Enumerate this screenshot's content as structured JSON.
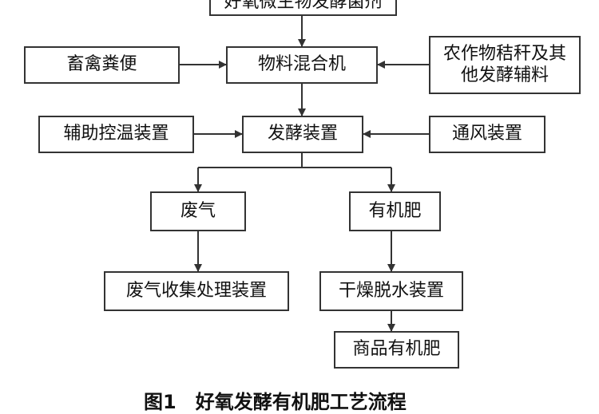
{
  "nodes": {
    "inoculant": "好氧微生物发酵菌剂",
    "manure": "畜禽粪便",
    "mixer": "物料混合机",
    "straw": "农作物秸秆及其他发酵辅料",
    "temp_control": "辅助控温装置",
    "fermenter": "发酵装置",
    "ventilation": "通风装置",
    "waste_gas": "废气",
    "organic_fertilizer": "有机肥",
    "gas_treatment": "废气收集处理装置",
    "drying": "干燥脱水装置",
    "product": "商品有机肥"
  },
  "caption": "图1　好氧发酵有机肥工艺流程"
}
